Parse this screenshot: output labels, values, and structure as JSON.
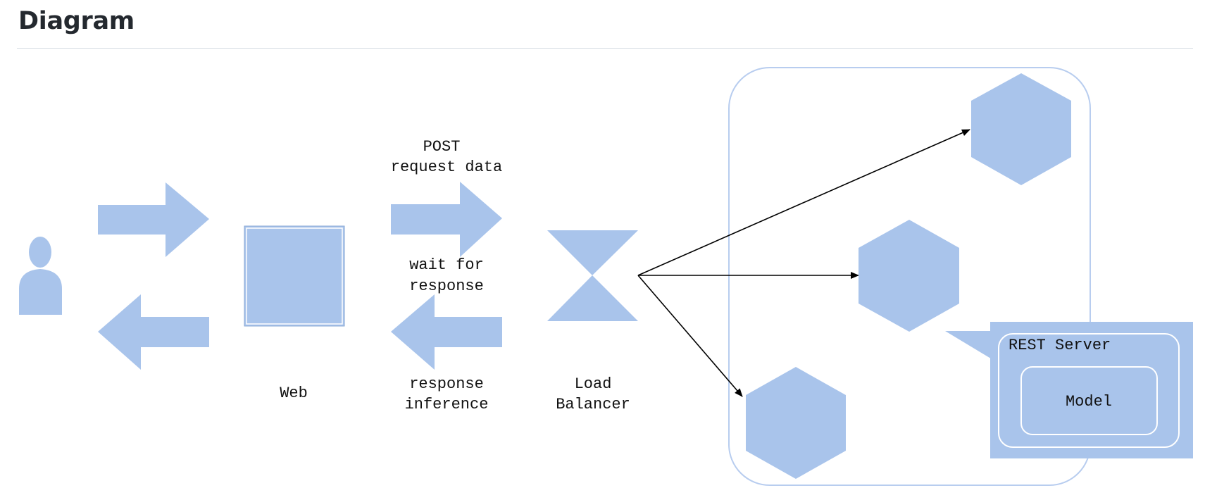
{
  "title": "Diagram",
  "diagram": {
    "labels": {
      "web": "Web",
      "post_line1": "POST",
      "post_line2": "request data",
      "wait_line1": "wait for",
      "wait_line2": "response",
      "resp_line1": "response",
      "resp_line2": "inference",
      "lb_line1": "Load",
      "lb_line2": "Balancer",
      "rest_server": "REST Server",
      "model": "Model"
    },
    "colors": {
      "fill": "#a9c4eb",
      "cluster_border": "#b8cdef",
      "inner_border": "#ffffff",
      "connector": "#000000"
    },
    "icons": [
      "user-icon",
      "web-server-icon",
      "load-balancer-icon",
      "server-node-icon"
    ]
  }
}
